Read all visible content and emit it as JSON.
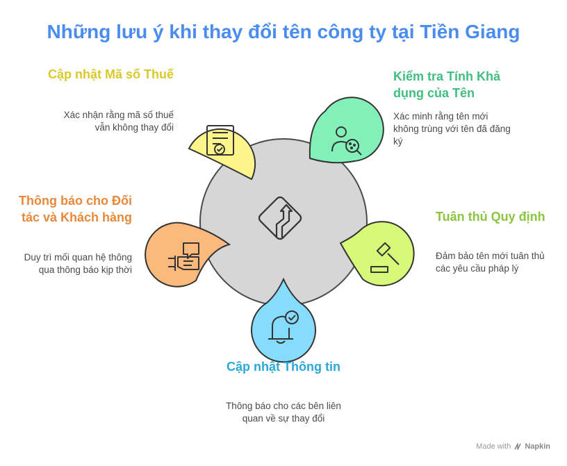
{
  "title": "Những lưu ý khi thay đổi tên công ty tại Tiền Giang",
  "items": [
    {
      "id": "tax",
      "heading": "Cập nhật Mã số Thuế",
      "desc": "Xác nhận rằng mã số thuế vẫn không thay đổi",
      "color": "#d9c92a",
      "fill": "#fdf58c",
      "icon": "document-check-icon"
    },
    {
      "id": "availability",
      "heading": "Kiểm tra Tính Khả dụng của Tên",
      "desc": "Xác minh rằng tên mới không trùng với tên đã đăng ký",
      "color": "#3fbf7f",
      "fill": "#82f0b8",
      "icon": "user-search-icon"
    },
    {
      "id": "partners",
      "heading": "Thông báo cho Đối tác và Khách hàng",
      "desc": "Duy trì mối quan hệ thông qua thông báo kịp thời",
      "color": "#e8893a",
      "fill": "#fbb97c",
      "icon": "handshake-chat-icon"
    },
    {
      "id": "compliance",
      "heading": "Tuân thủ Quy định",
      "desc": "Đảm bảo tên mới tuân thủ các yêu cầu pháp lý",
      "color": "#8bc53f",
      "fill": "#d6f97a",
      "icon": "gavel-icon"
    },
    {
      "id": "update",
      "heading": "Cập nhật Thông tin",
      "desc": "Thông báo cho các bên liên quan về sự thay đổi",
      "color": "#2aa8d8",
      "fill": "#86dcfd",
      "icon": "bell-check-icon"
    }
  ],
  "center_icon": "route-sign-icon",
  "watermark": {
    "made_with": "Made with",
    "brand": "Napkin"
  }
}
